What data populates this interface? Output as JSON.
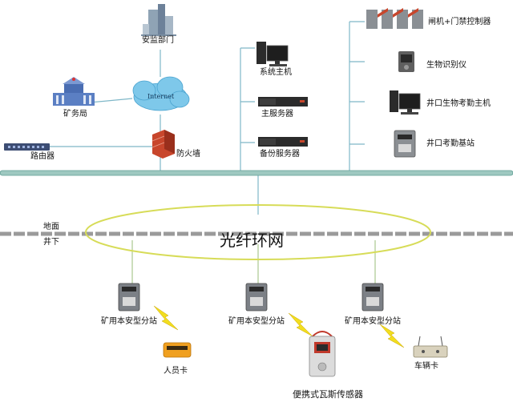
{
  "labels": {
    "supervision": "安监部门",
    "internet": "Internet",
    "mine_bureau": "矿务局",
    "firewall": "防火墙",
    "router": "路由器",
    "system_host": "系统主机",
    "main_server": "主服务器",
    "backup_server": "备份服务器",
    "gate_controller": "闸机+门禁控制器",
    "biometric": "生物识别仪",
    "well_bio_host": "井口生物考勤主机",
    "well_base_station": "井口考勤基站",
    "surface": "地面",
    "underground": "井下",
    "fiber_ring": "光纤环网",
    "substation_1": "矿用本安型分站",
    "substation_2": "矿用本安型分站",
    "substation_3": "矿用本安型分站",
    "person_card": "人员卡",
    "gas_sensor": "便携式瓦斯传感器",
    "vehicle_card": "车辆卡"
  },
  "colors": {
    "bus": "#9ec8c0",
    "fiber_ring": "#d7dc58",
    "ground_line": "#9a9a9a",
    "lightning": "#f2de1f",
    "firewall": "#c8462c",
    "cloud": "#7ec8ea",
    "device_dark": "#2b2b2b"
  },
  "icons": [
    "building-icon",
    "internet-cloud-icon",
    "government-building-icon",
    "firewall-icon",
    "router-icon",
    "desktop-computer-icon",
    "rack-server-icon",
    "turnstile-gate-icon",
    "biometric-reader-icon",
    "base-station-icon",
    "substation-icon",
    "person-card-icon",
    "gas-sensor-icon",
    "vehicle-card-icon",
    "wireless-signal-icon"
  ]
}
